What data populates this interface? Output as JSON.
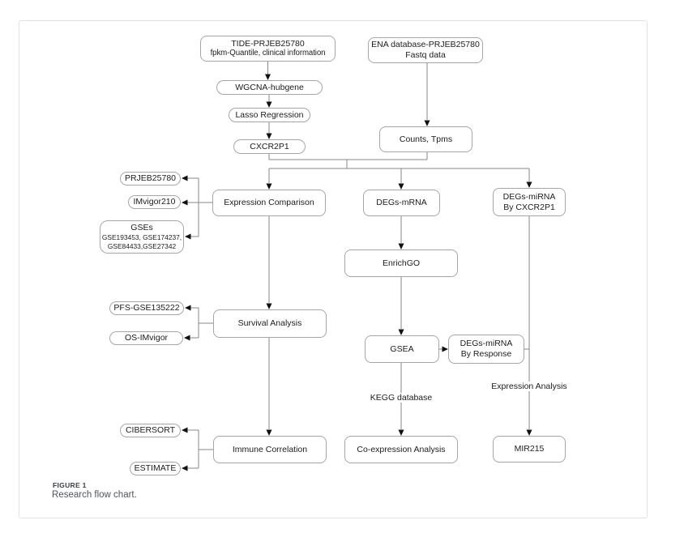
{
  "figure": {
    "label": "FIGURE 1",
    "caption": "Research flow chart."
  },
  "colors": {
    "bg": "#ffffff",
    "card_border": "#e2e2e2",
    "box_border": "#a6a6a6",
    "line": "#878787",
    "arrow": "#111111",
    "text": "#1c1c1c",
    "caption_label": "#3b4045",
    "caption_text": "#50565a"
  },
  "nodes": {
    "tide": {
      "line1": "TIDE-PRJEB25780",
      "line2": "fpkm-Quantile, clinical information"
    },
    "ena": {
      "line1": "ENA database-PRJEB25780",
      "line2": "Fastq data"
    },
    "wgcna": {
      "label": "WGCNA-hubgene"
    },
    "lasso": {
      "label": "Lasso Regression"
    },
    "cxcr2p1": {
      "label": "CXCR2P1"
    },
    "counts": {
      "label": "Counts, Tpms"
    },
    "prjeb25780": {
      "label": "PRJEB25780"
    },
    "imvigor210": {
      "label": "IMvigor210"
    },
    "gses": {
      "line1": "GSEs",
      "line2": "GSE193453, GSE174237,",
      "line3": "GSE84433,GSE27342"
    },
    "expression_comparison": {
      "label": "Expression Comparison"
    },
    "degs_mrna": {
      "label": "DEGs-mRNA"
    },
    "degs_mirna_cxcr2p1": {
      "line1": "DEGs-miRNA",
      "line2": "By CXCR2P1"
    },
    "enrichgo": {
      "label": "EnrichGO"
    },
    "gsea": {
      "label": "GSEA"
    },
    "degs_mirna_response": {
      "line1": "DEGs-miRNA",
      "line2": "By Response"
    },
    "pfs_gse135222": {
      "label": "PFS-GSE135222"
    },
    "os_imvigor": {
      "label": "OS-IMvigor"
    },
    "survival_analysis": {
      "label": "Survival Analysis"
    },
    "cibersort": {
      "label": "CIBERSORT"
    },
    "estimate": {
      "label": "ESTIMATE"
    },
    "immune_correlation": {
      "label": "Immune Correlation"
    },
    "coexpression_analysis": {
      "label": "Co-expression Analysis"
    },
    "mir215": {
      "label": "MIR215"
    }
  },
  "edge_labels": {
    "kegg": "KEGG database",
    "expression_analysis": "Expression Analysis"
  }
}
